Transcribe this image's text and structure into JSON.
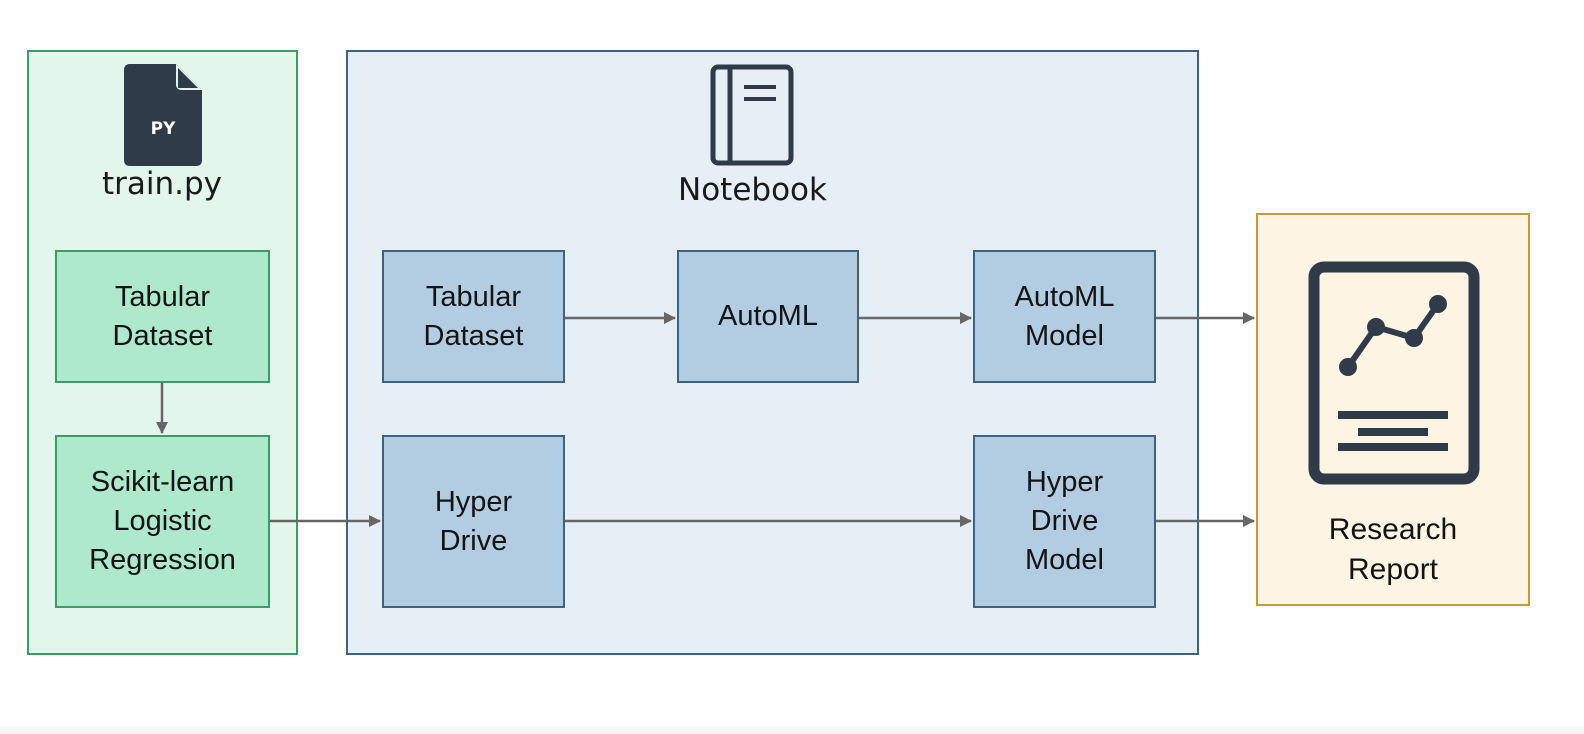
{
  "panels": {
    "train": {
      "title": "train.py",
      "icon": "python-file-icon",
      "icon_label": "PY",
      "nodes": {
        "tabular_dataset": "Tabular\nDataset",
        "logistic_regression": "Scikit-learn\nLogistic\nRegression"
      }
    },
    "notebook": {
      "title": "Notebook",
      "icon": "notebook-icon",
      "nodes": {
        "tabular_dataset": "Tabular\nDataset",
        "automl": "AutoML",
        "automl_model": "AutoML\nModel",
        "hyperdrive": "Hyper\nDrive",
        "hyperdrive_model": "Hyper\nDrive\nModel"
      }
    },
    "report": {
      "title": "Research\nReport",
      "icon": "report-chart-icon"
    }
  },
  "colors": {
    "train_fill": "#e3f6ec",
    "train_border": "#3f9a64",
    "train_node": "#aee8cd",
    "notebook_fill": "#e6eef6",
    "notebook_border": "#3c6482",
    "notebook_node": "#b2cde1",
    "report_fill": "#fdf4e4",
    "report_border": "#c49a3e",
    "arrow": "#666666",
    "icon": "#2f3b48"
  }
}
